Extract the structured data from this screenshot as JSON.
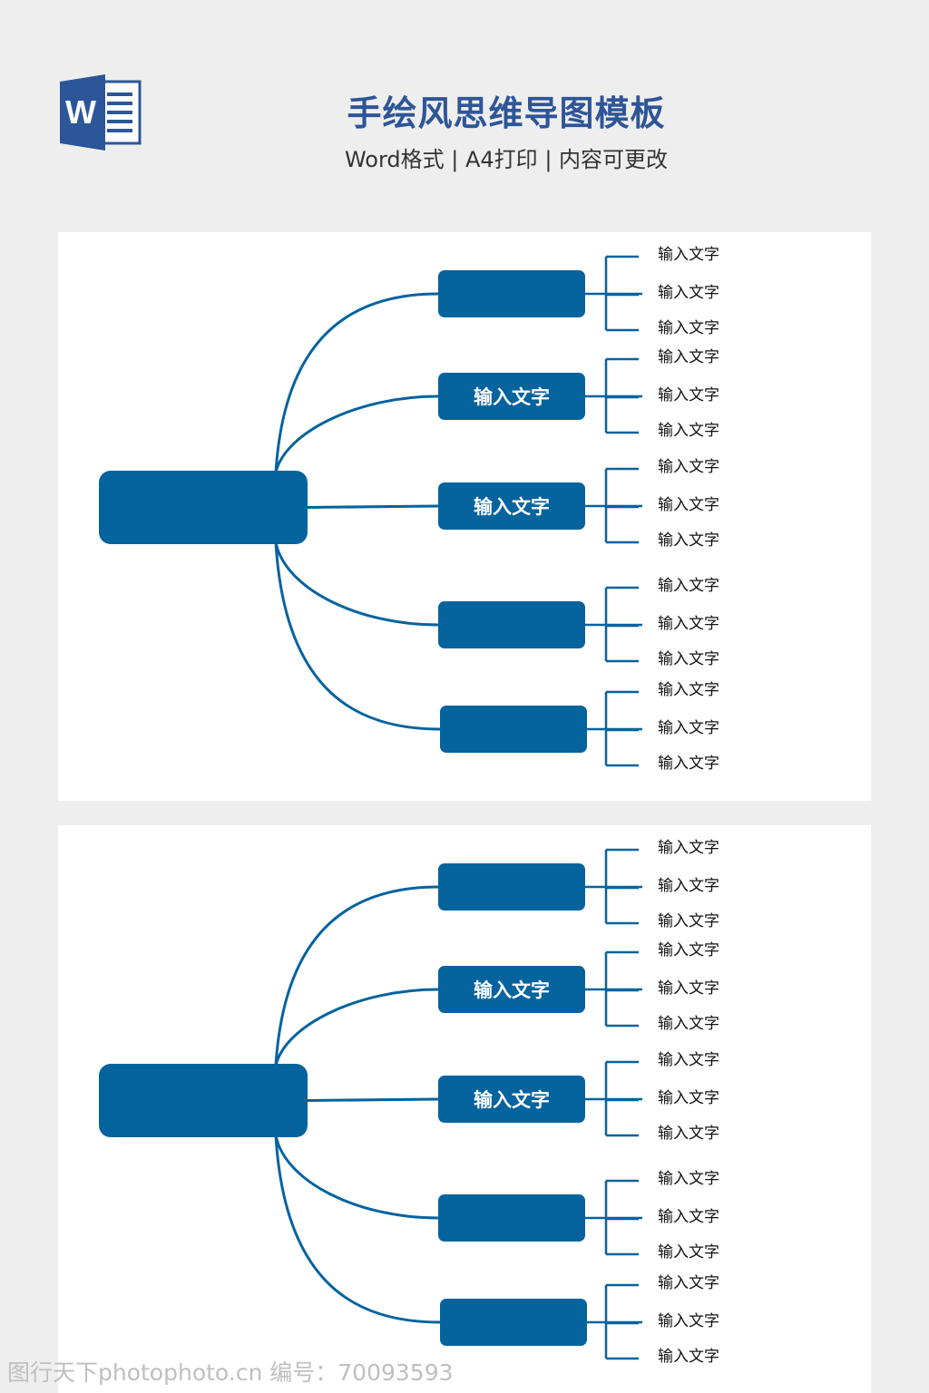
{
  "header": {
    "title": "手绘风思维导图模板",
    "subtitle": "Word格式 | A4打印 | 内容可更改",
    "logo_letter": "W",
    "logo_icon": "word-icon"
  },
  "colors": {
    "accent": "#05639e",
    "title": "#2e5597",
    "logo": "#2b579a"
  },
  "mindmaps": [
    {
      "root_label": "",
      "branches": [
        {
          "label": "",
          "leaves": [
            "输入文字",
            "输入文字",
            "输入文字"
          ]
        },
        {
          "label": "输入文字",
          "leaves": [
            "输入文字",
            "输入文字",
            "输入文字"
          ]
        },
        {
          "label": "输入文字",
          "leaves": [
            "输入文字",
            "输入文字",
            "输入文字"
          ]
        },
        {
          "label": "",
          "leaves": [
            "输入文字",
            "输入文字",
            "输入文字"
          ]
        },
        {
          "label": "",
          "leaves": [
            "输入文字",
            "输入文字",
            "输入文字"
          ]
        }
      ]
    },
    {
      "root_label": "",
      "branches": [
        {
          "label": "",
          "leaves": [
            "输入文字",
            "输入文字",
            "输入文字"
          ]
        },
        {
          "label": "输入文字",
          "leaves": [
            "输入文字",
            "输入文字",
            "输入文字"
          ]
        },
        {
          "label": "输入文字",
          "leaves": [
            "输入文字",
            "输入文字",
            "输入文字"
          ]
        },
        {
          "label": "",
          "leaves": [
            "输入文字",
            "输入文字",
            "输入文字"
          ]
        },
        {
          "label": "",
          "leaves": [
            "输入文字",
            "输入文字",
            "输入文字"
          ]
        }
      ]
    }
  ],
  "watermark": "图行天下photophoto.cn  编号：70093593"
}
